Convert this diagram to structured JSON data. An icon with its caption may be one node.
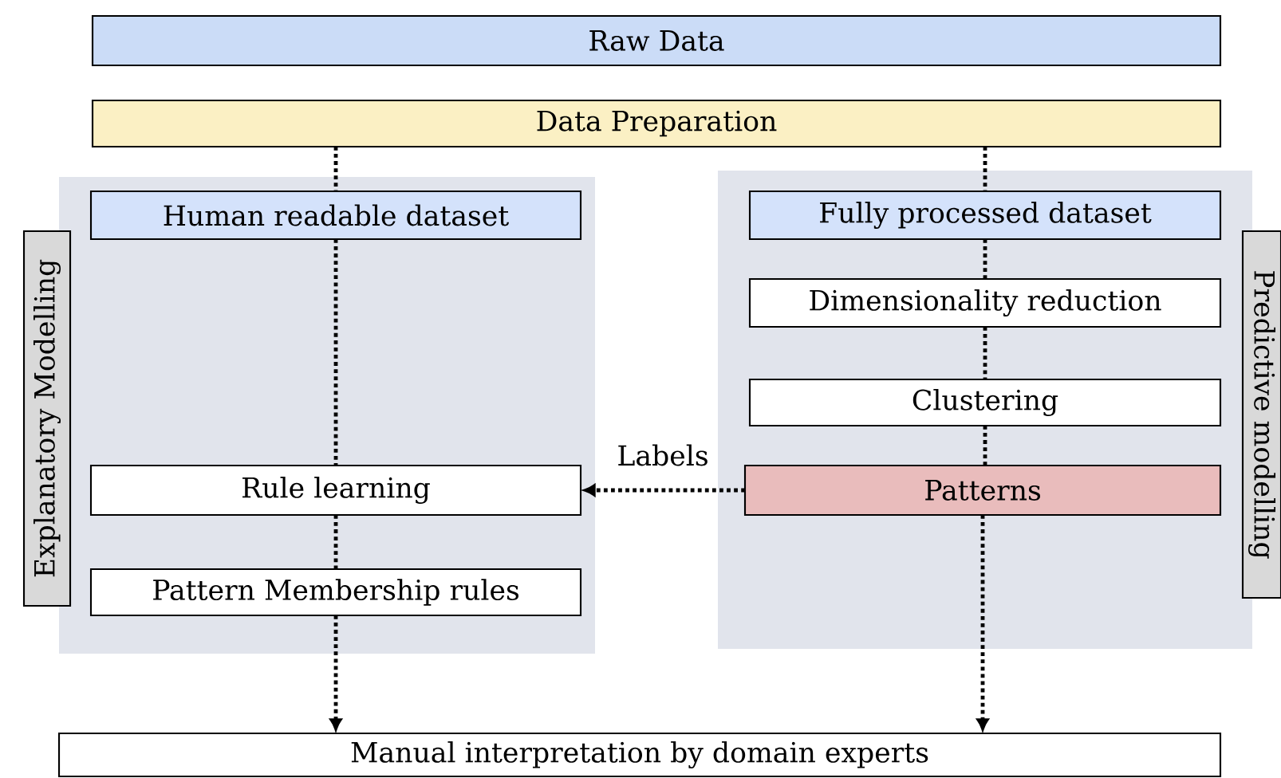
{
  "diagram": {
    "nodes": [
      {
        "text": [
          "Raw Data"
        ]
      },
      {
        "text": [
          "Data Preparation"
        ]
      },
      {
        "text": [],
        "shape": "box"
      },
      {
        "text": [
          "Explanatory Modelling"
        ]
      },
      {
        "text": [
          "Human readable dataset"
        ],
        "in": 2
      },
      {
        "text": [
          "Rule learning"
        ],
        "in": 2
      },
      {
        "text": [
          "Pattern Membership rules"
        ],
        "in": 2
      },
      {
        "text": [],
        "shape": "box"
      },
      {
        "text": [
          "Predictive modelling"
        ]
      },
      {
        "text": [
          "Fully processed dataset"
        ],
        "in": 7
      },
      {
        "text": [
          "Dimensionality reduction"
        ],
        "in": 7
      },
      {
        "text": [
          "Clustering"
        ],
        "in": 7
      },
      {
        "text": [
          "Patterns"
        ],
        "in": 7
      },
      {
        "text": [
          "Manual interpretation by domain experts"
        ]
      }
    ],
    "edges": [
      {
        "from": 1,
        "to": 4,
        "arrow": "none"
      },
      {
        "from": 4,
        "to": 5,
        "arrow": "none"
      },
      {
        "from": 5,
        "to": 6,
        "arrow": "none"
      },
      {
        "from": 6,
        "to": 13,
        "arrow": "to"
      },
      {
        "from": 1,
        "to": 9,
        "arrow": "none"
      },
      {
        "from": 9,
        "to": 10,
        "arrow": "none"
      },
      {
        "from": 10,
        "to": 11,
        "arrow": "none"
      },
      {
        "from": 11,
        "to": 12,
        "arrow": "none"
      },
      {
        "from": 12,
        "to": 13,
        "arrow": "to"
      },
      {
        "from": 12,
        "to": 5,
        "arrow": "to",
        "label": "Labels"
      }
    ]
  }
}
